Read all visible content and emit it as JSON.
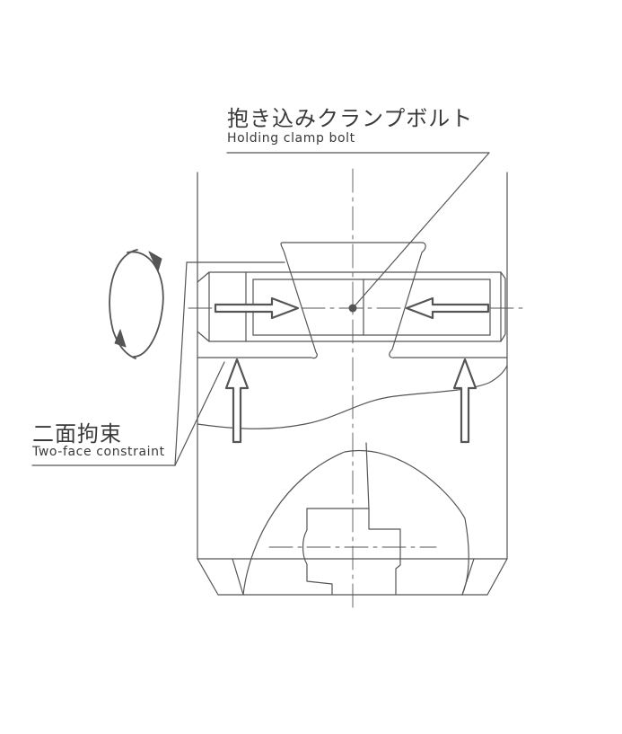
{
  "labels": {
    "clamp_bolt_jp": "抱き込みクランプボルト",
    "clamp_bolt_en": "Holding clamp bolt",
    "two_face_jp": "二面拘束",
    "two_face_en": "Two-face constraint"
  },
  "colors": {
    "line": "#555555",
    "arrow_fill": "#ffffff",
    "text": "#3a3a3a",
    "background": "#ffffff"
  }
}
